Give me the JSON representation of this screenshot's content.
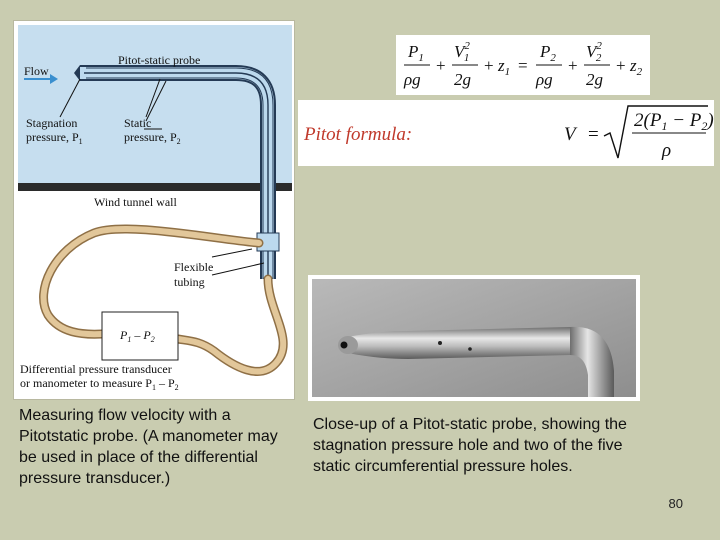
{
  "diagram": {
    "label_probe": "Pitot-static probe",
    "label_flow": "Flow",
    "label_stagnation_1": "Stagnation",
    "label_stagnation_2": "pressure, P",
    "label_stagnation_sub": "1",
    "label_static_1": "Static",
    "label_static_2": "pressure, P",
    "label_static_sub": "2",
    "label_wall": "Wind tunnel wall",
    "label_flexible_1": "Flexible",
    "label_flexible_2": "tubing",
    "transducer_text": "P",
    "transducer_sub1": "1",
    "transducer_minus": " – P",
    "transducer_sub2": "2",
    "label_transducer_1": "Differential pressure transducer",
    "label_transducer_2": "or manometer to measure P",
    "label_transducer_sub1": "1",
    "label_transducer_sep": " – P",
    "label_transducer_sub2": "2",
    "colors": {
      "sky": "#c6deef",
      "tube_fill": "#bcd9ee",
      "tube_stroke": "#243a55",
      "flex_tube": "#e2c79a",
      "flex_stroke": "#8f7046",
      "wall": "#2b2b2b",
      "flow_arrow": "#3a8fcf"
    }
  },
  "equations": {
    "bernoulli": {
      "p1": "P",
      "p1_sub": "1",
      "v1": "V",
      "v1_sub": "1",
      "v1_sup": "2",
      "z1": "z",
      "z1_sub": "1",
      "p2": "P",
      "p2_sub": "2",
      "v2": "V",
      "v2_sub": "2",
      "v2_sup": "2",
      "z2": "z",
      "z2_sub": "2",
      "den_rho_g": "ρg",
      "den_2g": "2g",
      "plus": "+",
      "equals": "="
    },
    "pitot": {
      "label": "Pitot formula:",
      "lhs": "V",
      "equals": "=",
      "num_prefix": "2(P",
      "num_sub1": "1",
      "num_mid": " − P",
      "num_sub2": "2",
      "num_suffix": ")",
      "den": "ρ",
      "label_color": "#c0392b"
    }
  },
  "captions": {
    "left": "Measuring flow velocity with a Pitotstatic probe. (A manometer may be used in place of the differential pressure transducer.)",
    "right": "Close-up of a Pitot-static probe, showing the stagnation pressure hole and two of the five static circumferential pressure holes."
  },
  "page_number": "80",
  "colors": {
    "background": "#c9ccb0"
  }
}
